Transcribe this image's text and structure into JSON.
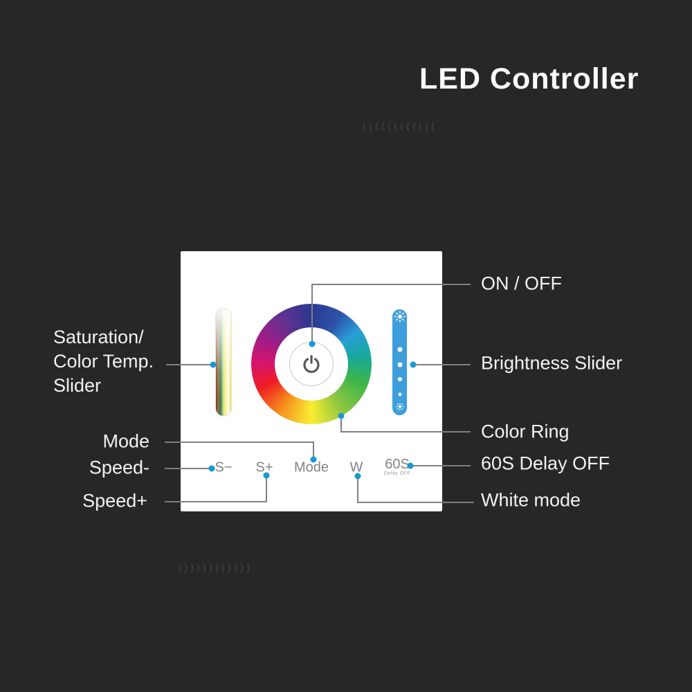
{
  "title": "LED Controller",
  "decor": {
    "top_chevrons": "((((((((((((",
    "bottom_chevrons": "))))))))))))"
  },
  "panel": {
    "buttons": {
      "s_minus": "S−",
      "s_plus": "S+",
      "mode": "Mode",
      "white": "W",
      "delay": "60S",
      "delay_sub": "Delay OFF"
    }
  },
  "annotations": {
    "left": {
      "saturation": [
        "Saturation/",
        "Color Temp.",
        "Slider"
      ],
      "mode": "Mode",
      "speed_minus": "Speed-",
      "speed_plus": "Speed+"
    },
    "right": {
      "on_off": "ON / OFF",
      "brightness": "Brightness Slider",
      "color_ring": "Color Ring",
      "delay": "60S Delay OFF",
      "white_mode": "White mode"
    }
  },
  "colors": {
    "bg": "#272727",
    "panel": "#ffffff",
    "line": "#7f7f7f",
    "accent": "#199ad2",
    "slider_blue": "#3e9edb",
    "ring_stops": [
      {
        "color": "#2b3991",
        "angle": 0
      },
      {
        "color": "#2d53a9",
        "angle": 30
      },
      {
        "color": "#2a9fd8",
        "angle": 55
      },
      {
        "color": "#16a8a0",
        "angle": 80
      },
      {
        "color": "#3bb54b",
        "angle": 110
      },
      {
        "color": "#8ec641",
        "angle": 145
      },
      {
        "color": "#f9ed32",
        "angle": 180
      },
      {
        "color": "#f7941e",
        "angle": 212
      },
      {
        "color": "#ee1c25",
        "angle": 245
      },
      {
        "color": "#d4156e",
        "angle": 272
      },
      {
        "color": "#a01d87",
        "angle": 298
      },
      {
        "color": "#65308f",
        "angle": 325
      },
      {
        "color": "#2b3991",
        "angle": 360
      }
    ]
  }
}
